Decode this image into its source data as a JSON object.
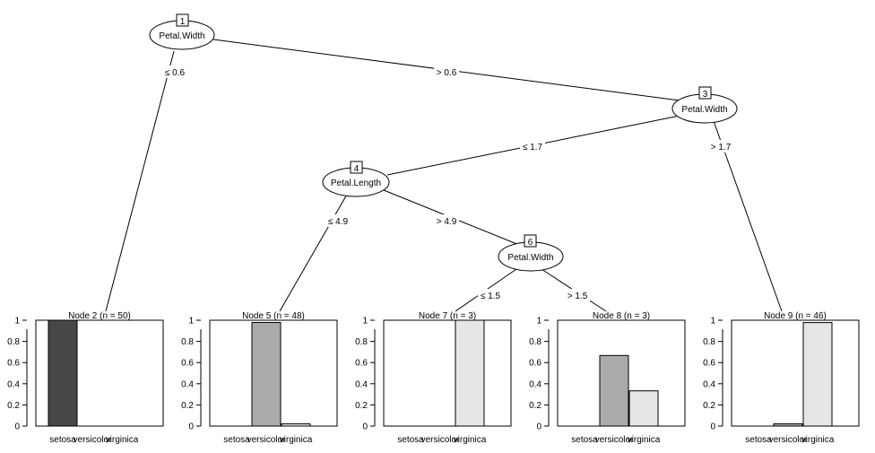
{
  "tree": {
    "nodes": [
      {
        "id": "1",
        "label": "Petal.Width"
      },
      {
        "id": "3",
        "label": "Petal.Width"
      },
      {
        "id": "4",
        "label": "Petal.Length"
      },
      {
        "id": "6",
        "label": "Petal.Width"
      }
    ],
    "edges": [
      {
        "label": "≤ 0.6"
      },
      {
        "label": "> 0.6"
      },
      {
        "label": "≤ 1.7"
      },
      {
        "label": "> 1.7"
      },
      {
        "label": "≤ 4.9"
      },
      {
        "label": "> 4.9"
      },
      {
        "label": "≤ 1.5"
      },
      {
        "label": "> 1.5"
      }
    ]
  },
  "chart_data": {
    "type": "bar",
    "categories": [
      "setosa",
      "versicolor",
      "virginica"
    ],
    "colors": [
      "#474747",
      "#aaaaaa",
      "#e6e6e6"
    ],
    "ylim": [
      0,
      1
    ],
    "yticks": [
      "0",
      "0.2",
      "0.4",
      "0.6",
      "0.8",
      "1"
    ],
    "terminal_nodes": [
      {
        "title": "Node 2 (n = 50)",
        "values": [
          1.0,
          0.0,
          0.0
        ]
      },
      {
        "title": "Node 5 (n = 48)",
        "values": [
          0.0,
          0.979,
          0.021
        ]
      },
      {
        "title": "Node 7 (n = 3)",
        "values": [
          0.0,
          0.0,
          1.0
        ]
      },
      {
        "title": "Node 8 (n = 3)",
        "values": [
          0.0,
          0.667,
          0.333
        ]
      },
      {
        "title": "Node 9 (n = 46)",
        "values": [
          0.0,
          0.022,
          0.978
        ]
      }
    ]
  }
}
